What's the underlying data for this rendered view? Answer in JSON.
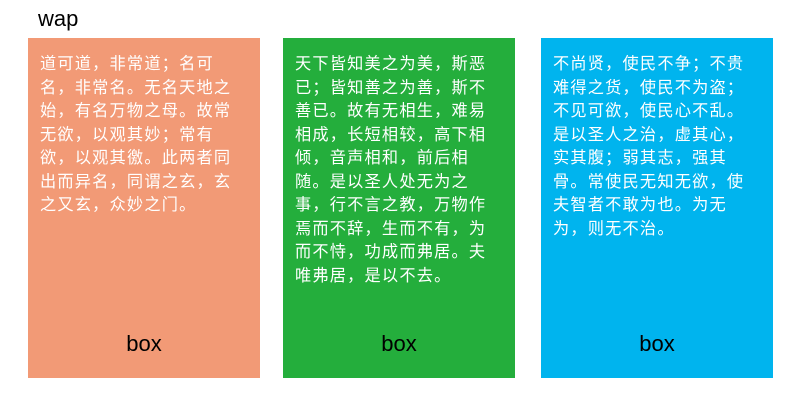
{
  "wap": {
    "label": "wap"
  },
  "boxes": [
    {
      "color": "#F29A76",
      "text": "道可道，非常道；名可名，非常名。无名天地之始，有名万物之母。故常无欲，以观其妙；常有欲，以观其徼。此两者同出而异名，同谓之玄，玄之又玄，众妙之门。",
      "label": "box"
    },
    {
      "color": "#24AE3C",
      "text": "天下皆知美之为美，斯恶已；皆知善之为善，斯不善已。故有无相生，难易相成，长短相较，高下相倾，音声相和，前后相随。是以圣人处无为之事，行不言之教，万物作焉而不辞，生而不有，为而不恃，功成而弗居。夫唯弗居，是以不去。",
      "label": "box"
    },
    {
      "color": "#00B4EE",
      "text": "不尚贤，使民不争；不贵难得之货，使民不为盗；不见可欲，使民心不乱。是以圣人之治，虚其心，实其腹；弱其志，强其骨。常使民无知无欲，使夫智者不敢为也。为无为，则无不治。",
      "label": "box"
    }
  ]
}
